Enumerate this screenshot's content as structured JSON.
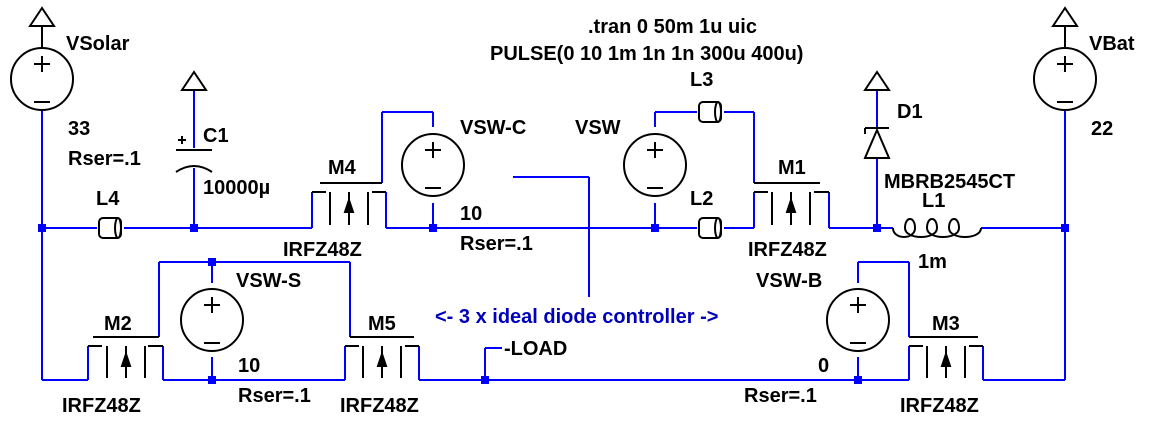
{
  "directives": {
    "tran": ".tran 0 50m 1u uic",
    "pulse": "PULSE(0 10 1m 1n 1n 300u 400u)",
    "comment": "<- 3 x ideal diode controller ->"
  },
  "sources": {
    "vsolar": {
      "name": "VSolar",
      "value": "33",
      "rser": "Rser=.1"
    },
    "vbat": {
      "name": "VBat",
      "value": "22"
    },
    "vswc": {
      "name": "VSW-C",
      "value": "10",
      "rser": "Rser=.1"
    },
    "vsw": {
      "name": "VSW"
    },
    "vsws": {
      "name": "VSW-S",
      "value": "10",
      "rser": "Rser=.1"
    },
    "vswb": {
      "name": "VSW-B",
      "value": "0",
      "rser": "Rser=.1"
    }
  },
  "capacitors": {
    "c1": {
      "name": "C1",
      "value": "10000µ"
    }
  },
  "inductors": {
    "l1": {
      "name": "L1",
      "value": "1m"
    },
    "l2": {
      "name": "L2"
    },
    "l3": {
      "name": "L3"
    },
    "l4": {
      "name": "L4"
    }
  },
  "diodes": {
    "d1": {
      "name": "D1",
      "model": "MBRB2545CT"
    }
  },
  "mosfets": {
    "m1": {
      "name": "M1",
      "model": "IRFZ48Z"
    },
    "m2": {
      "name": "M2",
      "model": "IRFZ48Z"
    },
    "m3": {
      "name": "M3",
      "model": "IRFZ48Z"
    },
    "m4": {
      "name": "M4",
      "model": "IRFZ48Z"
    },
    "m5": {
      "name": "M5",
      "model": "IRFZ48Z"
    }
  },
  "net_labels": {
    "load": "-LOAD"
  },
  "colors": {
    "wire": "#0000ff",
    "symbol": "#000000",
    "comment": "#0000bb",
    "background": "#ffffff"
  }
}
